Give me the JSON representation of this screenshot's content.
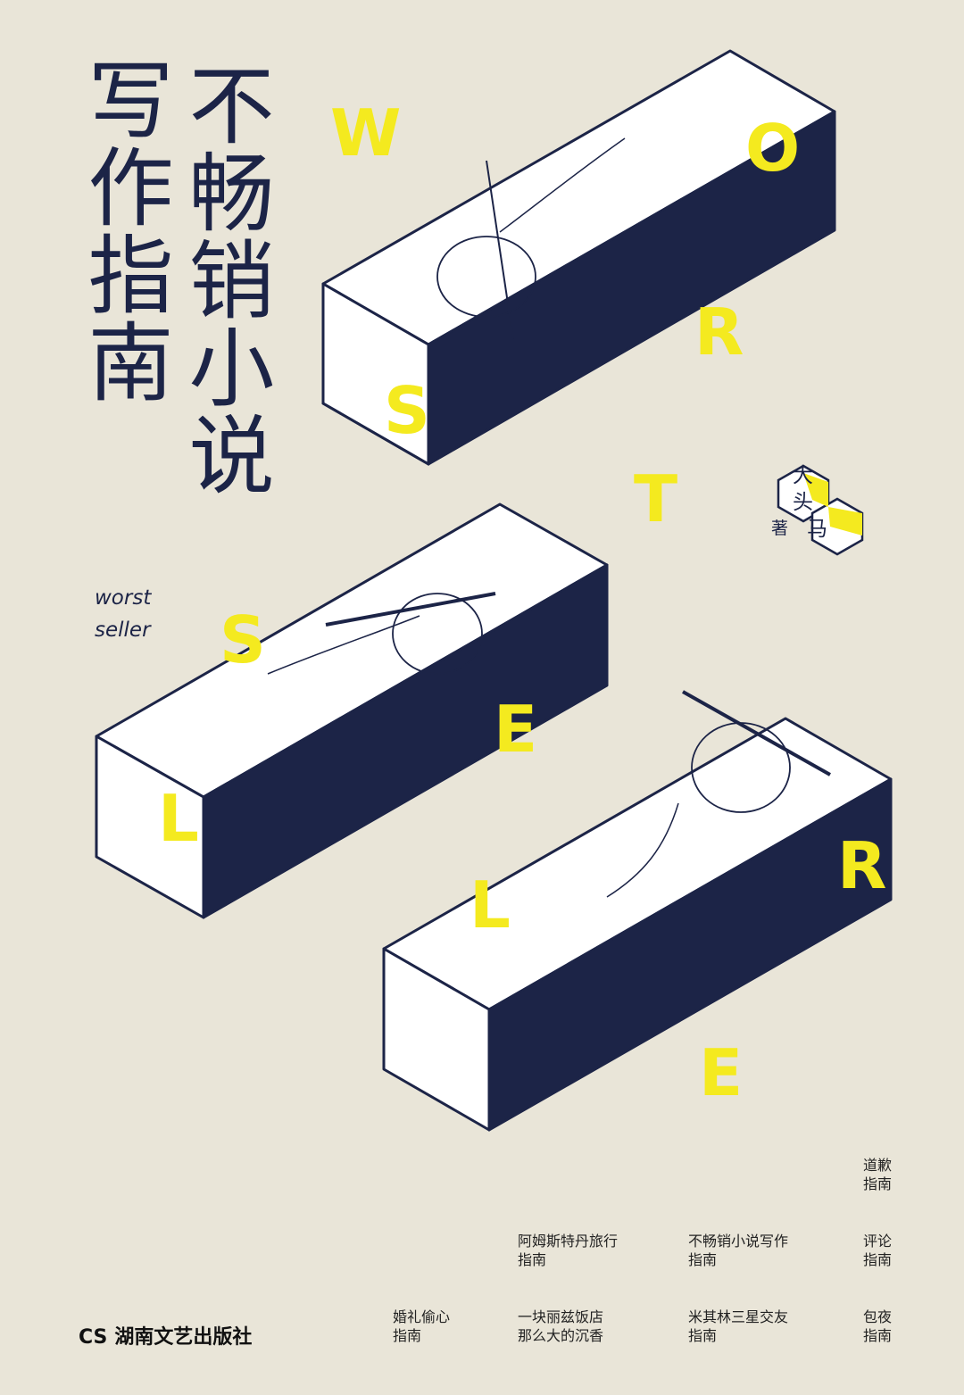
{
  "title": {
    "line1": "写作指南",
    "line2": "不畅销小说"
  },
  "subtitle": {
    "line1": "worst",
    "line2": "seller"
  },
  "author": {
    "name": [
      "大",
      "头",
      "马"
    ],
    "role": "著"
  },
  "letters": [
    "W",
    "O",
    "R",
    "S",
    "T",
    "S",
    "E",
    "L",
    "R",
    "L",
    "E"
  ],
  "guides": [
    {
      "text": "道歉\n指南"
    },
    {
      "text": "阿姆斯特丹旅行\n指南"
    },
    {
      "text": "不畅销小说写作\n指南"
    },
    {
      "text": "评论\n指南"
    },
    {
      "text": "婚礼偷心\n指南"
    },
    {
      "text": "一块丽兹饭店\n那么大的沉香"
    },
    {
      "text": "米其林三星交友\n指南"
    },
    {
      "text": "包夜\n指南"
    }
  ],
  "publisher": {
    "logo": "CS",
    "name": "湖南文艺出版社"
  },
  "colors": {
    "background": "#e9e5d8",
    "navy": "#1c2447",
    "yellow": "#f4ea1f"
  }
}
